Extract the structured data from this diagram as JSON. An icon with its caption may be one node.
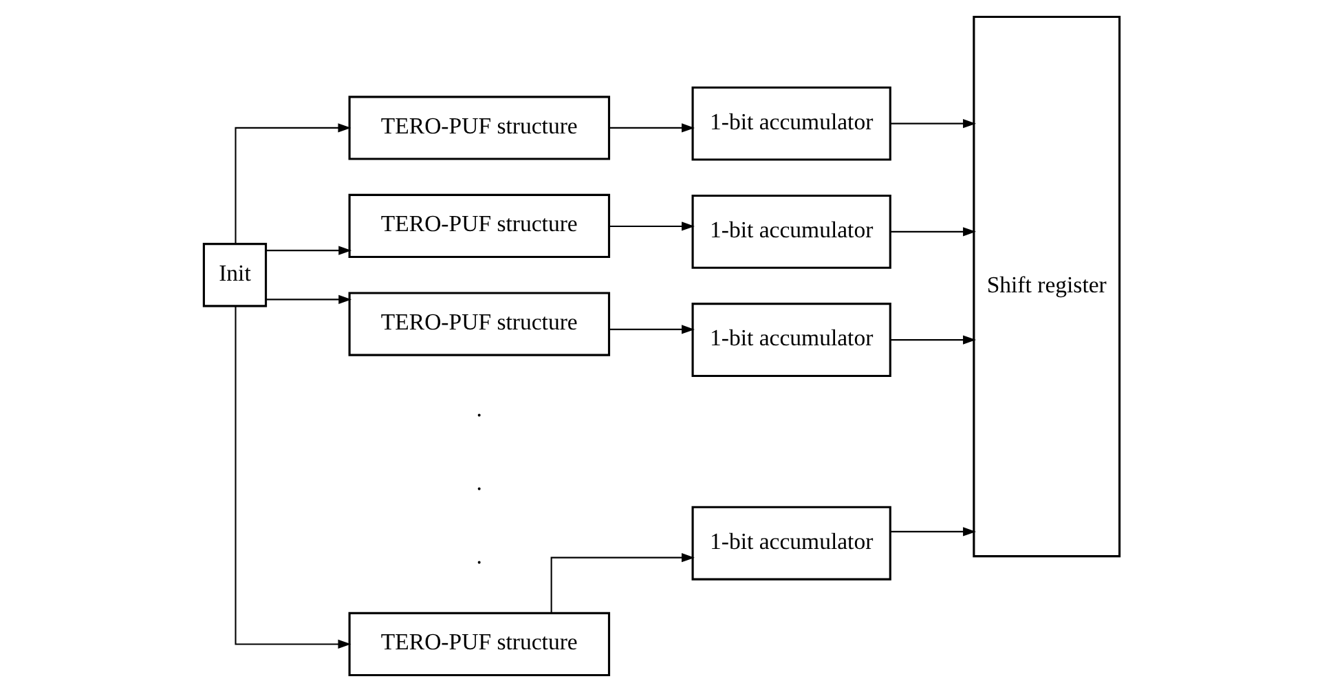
{
  "diagram": {
    "nodes": [
      {
        "text": [
          "Init"
        ]
      },
      {
        "text": [
          "TERO-PUF structure"
        ]
      },
      {
        "text": [
          "TERO-PUF structure"
        ]
      },
      {
        "text": [
          "TERO-PUF structure"
        ]
      },
      {
        "text": [
          "TERO-PUF structure"
        ]
      },
      {
        "text": [
          "1-bit accumulator"
        ]
      },
      {
        "text": [
          "1-bit accumulator"
        ]
      },
      {
        "text": [
          "1-bit accumulator"
        ]
      },
      {
        "text": [
          "1-bit accumulator"
        ]
      },
      {
        "text": [
          "Shift register"
        ]
      }
    ],
    "edges": [
      {
        "from": 0,
        "to": 1,
        "arrow": "to"
      },
      {
        "from": 0,
        "to": 2,
        "arrow": "to"
      },
      {
        "from": 0,
        "to": 3,
        "arrow": "to"
      },
      {
        "from": 0,
        "to": 4,
        "arrow": "to"
      },
      {
        "from": 1,
        "to": 5,
        "arrow": "to"
      },
      {
        "from": 2,
        "to": 6,
        "arrow": "to"
      },
      {
        "from": 3,
        "to": 7,
        "arrow": "to"
      },
      {
        "from": 4,
        "to": 8,
        "arrow": "to"
      },
      {
        "from": 5,
        "to": 9,
        "arrow": "to"
      },
      {
        "from": 6,
        "to": 9,
        "arrow": "to"
      },
      {
        "from": 7,
        "to": 9,
        "arrow": "to"
      },
      {
        "from": 8,
        "to": 9,
        "arrow": "to"
      }
    ],
    "labels": [
      ".",
      ".",
      "."
    ]
  }
}
